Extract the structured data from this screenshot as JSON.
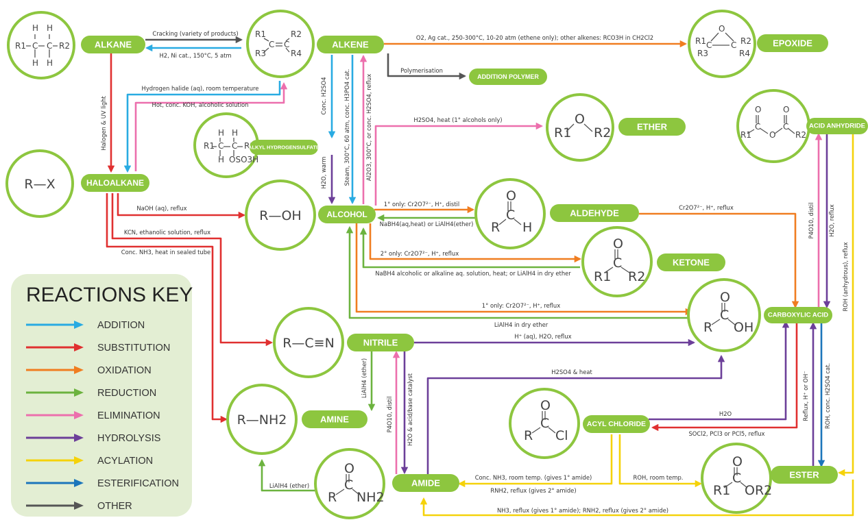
{
  "compounds": {
    "alkane": {
      "label": "ALKANE",
      "formula_r1": "R1",
      "formula_r2": "R2",
      "h": "H",
      "c": "C"
    },
    "alkene": {
      "label": "ALKENE",
      "r1": "R1",
      "r2": "R2",
      "r3": "R3",
      "r4": "R4",
      "c": "C"
    },
    "epoxide": {
      "label": "EPOXIDE",
      "r1": "R1",
      "r2": "R2",
      "r3": "R3",
      "r4": "R4",
      "o": "O",
      "c": "C"
    },
    "addition_polymer": {
      "label": "ADDITION POLYMER"
    },
    "alkyl_hydrogensulfate": {
      "label": "ALKYL HYDROGENSULFATE",
      "r1": "R1",
      "r2": "R2",
      "h": "H",
      "c": "C",
      "group": "OSO3H"
    },
    "ether": {
      "label": "ETHER",
      "r1": "R1",
      "r2": "R2",
      "o": "O"
    },
    "acid_anhydride": {
      "label": "ACID ANHYDRIDE",
      "r1": "R1",
      "r2": "R2",
      "o": "O",
      "c": "C"
    },
    "haloalkane": {
      "label": "HALOALKANE",
      "formula": "R—X"
    },
    "alcohol": {
      "label": "ALCOHOL",
      "formula": "R—OH"
    },
    "aldehyde": {
      "label": "ALDEHYDE",
      "r": "R",
      "h": "H",
      "o": "O",
      "c": "C"
    },
    "ketone": {
      "label": "KETONE",
      "r1": "R1",
      "r2": "R2",
      "o": "O",
      "c": "C"
    },
    "carboxylic_acid": {
      "label": "CARBOXYLIC ACID",
      "r": "R",
      "oh": "OH",
      "o": "O",
      "c": "C"
    },
    "nitrile": {
      "label": "NITRILE",
      "formula": "R—C≡N"
    },
    "amine": {
      "label": "AMINE",
      "formula": "R—NH2"
    },
    "acyl_chloride": {
      "label": "ACYL CHLORIDE",
      "r": "R",
      "cl": "Cl",
      "o": "O",
      "c": "C"
    },
    "amide": {
      "label": "AMIDE",
      "r": "R",
      "nh2": "NH2",
      "o": "O",
      "c": "C"
    },
    "ester": {
      "label": "ESTER",
      "r1": "R1",
      "or2": "OR2",
      "o": "O",
      "c": "C"
    }
  },
  "conditions": {
    "cracking": "Cracking (variety of products)",
    "hydrogenation": "H2, Ni cat., 150°C, 5 atm",
    "epoxidation": "O2, Ag cat., 250-300°C, 10-20 atm (ethene only); other alkenes: RCO3H in CH2Cl2",
    "polymerisation": "Polymerisation",
    "hydrogen_halide": "Hydrogen halide (aq), room temperature",
    "hot_koh": "Hot, conc. KOH, alcoholic solution",
    "halogen_uv": "Halogen & UV light",
    "conc_h2so4": "Conc. H2SO4",
    "h2o_warm": "H2O, warm",
    "steam": "Steam, 300°C, 60 atm, conc. H3PO4 cat.",
    "al2o3": "Al2O3, 300°C, or conc. H2SO4, reflux",
    "ether_formation": "H2SO4, heat (1° alcohols only)",
    "naoh_reflux": "NaOH (aq), reflux",
    "kcn": "KCN, ethanolic solution, reflux",
    "conc_nh3": "Conc. NH3, heat in sealed tube",
    "primary_distil": "1° only: Cr2O7²⁻, H⁺, distil",
    "aldehyde_reduction": "NaBH4(aq,heat) or LiAlH4(ether)",
    "secondary_reflux": "2° only: Cr2O7²⁻, H⁺, reflux",
    "ketone_reduction": "NaBH4 alcoholic or alkaline aq. solution, heat; or LiAlH4 in dry ether",
    "aldehyde_to_acid": "Cr2O7²⁻, H⁺, reflux",
    "primary_reflux_acid": "1° only: Cr2O7²⁻, H⁺, reflux",
    "acid_reduction": "LiAlH4 in dry ether",
    "nitrile_hydrolysis": "H⁺ (aq), H2O, reflux",
    "nitrile_reduction": "LiAlH4 (ether)",
    "amide_dehydration": "P4O10, distil",
    "amide_hydrolysis_catalyst": "H2O & acid/base catalyst",
    "amide_acid": "H2SO4 & heat",
    "amide_reduction": "LiAlH4 (ether)",
    "acyl_hydrolysis": "H2O",
    "acyl_formation": "SOCl2, PCl3 or PCl5, reflux",
    "anhydride_formation": "P4O10, distil",
    "anhydride_hydrolysis": "H2O, reflux",
    "anhydride_ester": "ROH (anhydrous), reflux",
    "ester_hydrolysis": "Reflux, H⁺ or OH⁻",
    "esterification": "ROH, conc. H2SO4 cat.",
    "amide_from_acyl_1": "Conc. NH3, room temp. (gives 1° amide)",
    "amide_from_acyl_2": "RNH2, reflux (gives 2° amide)",
    "ester_from_acyl": "ROH, room temp.",
    "amide_from_anhydride": "NH3, reflux (gives 1° amide); RNH2, reflux (gives 2° amide)"
  },
  "key": {
    "title": "REACTIONS KEY",
    "items": [
      {
        "label": "ADDITION",
        "color": "#29abe2"
      },
      {
        "label": "SUBSTITUTION",
        "color": "#e03030"
      },
      {
        "label": "OXIDATION",
        "color": "#f07d20"
      },
      {
        "label": "REDUCTION",
        "color": "#6cb33f"
      },
      {
        "label": "ELIMINATION",
        "color": "#ec6fad"
      },
      {
        "label": "HYDROLYSIS",
        "color": "#6c3f99"
      },
      {
        "label": "ACYLATION",
        "color": "#f5d20a"
      },
      {
        "label": "ESTERIFICATION",
        "color": "#1b75bb"
      },
      {
        "label": "OTHER",
        "color": "#555555"
      }
    ]
  },
  "colors": {
    "node_green": "#8dc63f",
    "key_bg": "#e3eed3"
  }
}
